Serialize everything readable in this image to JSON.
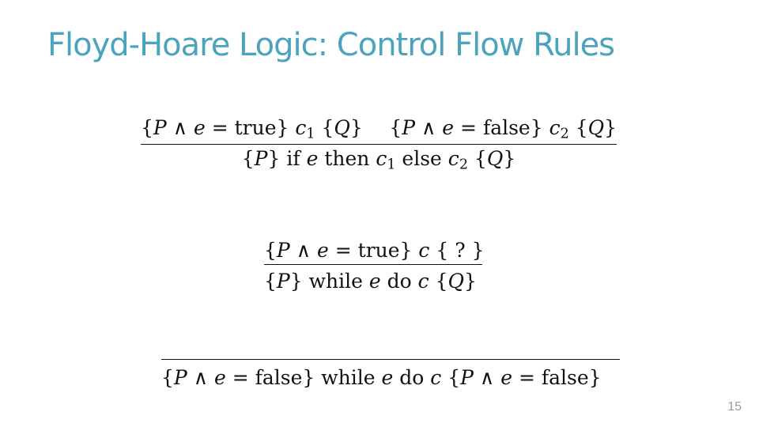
{
  "slide": {
    "title": "Floyd-Hoare Logic: Control Flow Rules",
    "page_number": "15",
    "title_color": "#4ba3bd"
  },
  "rule_if": {
    "premise_true": "{P ∧ e = true} c1 {Q}",
    "premise_false": "{P ∧ e = false} c2 {Q}",
    "conclusion": "{P} if e then c1 else c2 {Q}"
  },
  "rule_while": {
    "premise": "{P ∧ e = true} c { ? }",
    "conclusion": "{P} while e do c {Q}"
  },
  "rule_while_false": {
    "conclusion": "{P ∧ e = false} while e do c {P ∧ e = false}"
  }
}
